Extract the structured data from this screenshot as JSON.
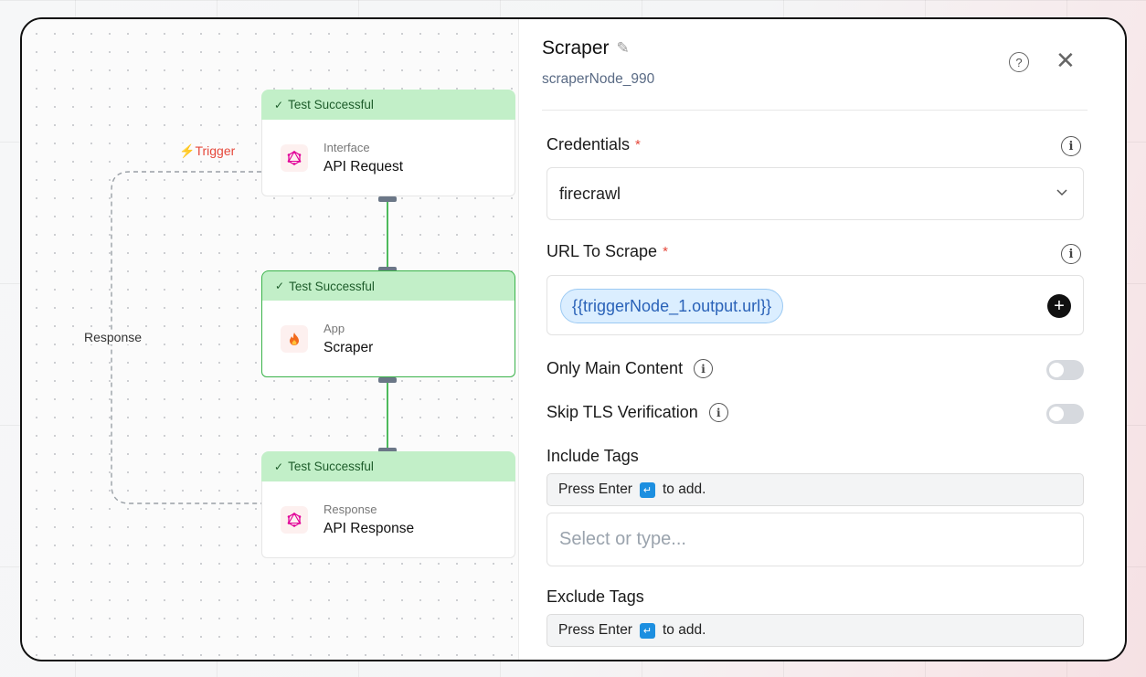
{
  "canvas": {
    "trigger_label": "Trigger",
    "response_label": "Response",
    "nodes": [
      {
        "status": "Test Successful",
        "kind": "Interface",
        "name": "API Request",
        "icon": "graphql-icon"
      },
      {
        "status": "Test Successful",
        "kind": "App",
        "name": "Scraper",
        "icon": "firecrawl-flame-icon"
      },
      {
        "status": "Test Successful",
        "kind": "Response",
        "name": "API Response",
        "icon": "graphql-icon"
      }
    ]
  },
  "panel": {
    "title": "Scraper",
    "subtitle": "scraperNode_990",
    "credentials": {
      "label": "Credentials",
      "required": "*",
      "value": "firecrawl"
    },
    "url": {
      "label": "URL To Scrape",
      "required": "*",
      "value": "{{triggerNode_1.output.url}}"
    },
    "only_main_content": {
      "label": "Only Main Content",
      "enabled": false
    },
    "skip_tls": {
      "label": "Skip TLS Verification",
      "enabled": false
    },
    "include_tags": {
      "label": "Include Tags",
      "hint_before": "Press Enter",
      "hint_after": "to add.",
      "placeholder": "Select or type..."
    },
    "exclude_tags": {
      "label": "Exclude Tags",
      "hint_before": "Press Enter",
      "hint_after": "to add."
    }
  }
}
